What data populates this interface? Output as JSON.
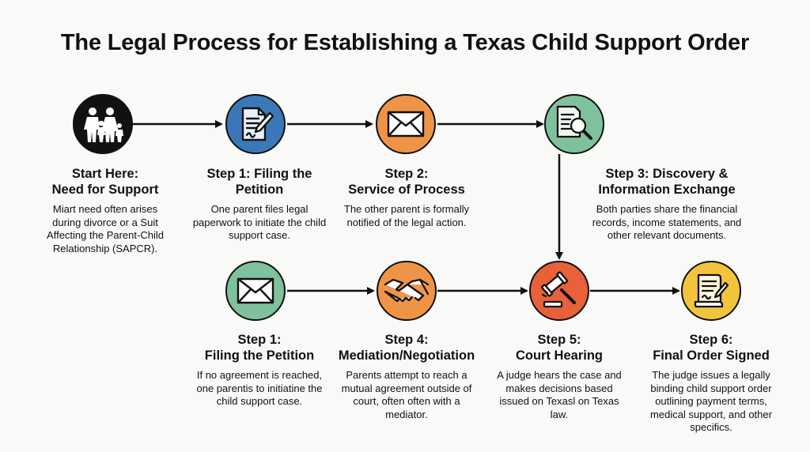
{
  "title": "The Legal Process for Establishing a Texas Child Support Order",
  "nodes": [
    {
      "id": "start",
      "heading_line1": "Start Here:",
      "heading_line2": "Need for Support",
      "description": "Miart need often arises during divorce or a Suit Affecting the Parent-Child Relationship (SAPCR).",
      "icon": "family-icon",
      "color": "#111111"
    },
    {
      "id": "step1-top",
      "heading_line1": "Step 1: Filing the",
      "heading_line2": "Petition",
      "description": "One parent files legal paperwork to initiate the child support case.",
      "icon": "document-pen-icon",
      "color": "#3b78b8"
    },
    {
      "id": "step2",
      "heading_line1": "Step 2:",
      "heading_line2": "Service of Process",
      "description": "The other parent is formally notified of the legal action.",
      "icon": "envelope-icon",
      "color": "#ef9447"
    },
    {
      "id": "step3",
      "heading_line1": "Step 3: Discovery &",
      "heading_line2": "Information Exchange",
      "description": "Both parties share the financial records, income statements, and other relevant documents.",
      "icon": "magnifier-document-icon",
      "color": "#7fc19c"
    },
    {
      "id": "step1-bottom",
      "heading_line1": "Step 1:",
      "heading_line2": "Filing the Petition",
      "description": "If no agreement is reached, one parentis to initiatine the child support case.",
      "icon": "envelope-icon",
      "color": "#7fc19c"
    },
    {
      "id": "step4",
      "heading_line1": "Step 4:",
      "heading_line2": "Mediation/Negotiation",
      "description": "Parents attempt to reach a mutual agreement outside of court, often often with a mediator.",
      "icon": "handshake-icon",
      "color": "#ef9447"
    },
    {
      "id": "step5",
      "heading_line1": "Step 5:",
      "heading_line2": "Court Hearing",
      "description": "A judge hears the case and makes decisions based issued on Texasl on Texas law.",
      "icon": "gavel-icon",
      "color": "#e8613a"
    },
    {
      "id": "step6",
      "heading_line1": "Step 6:",
      "heading_line2": "Final Order Signed",
      "description": "The judge issues a legally binding child support order outlining payment terms, medical support, and other specifics.",
      "icon": "signed-document-icon",
      "color": "#f2c43c"
    }
  ]
}
